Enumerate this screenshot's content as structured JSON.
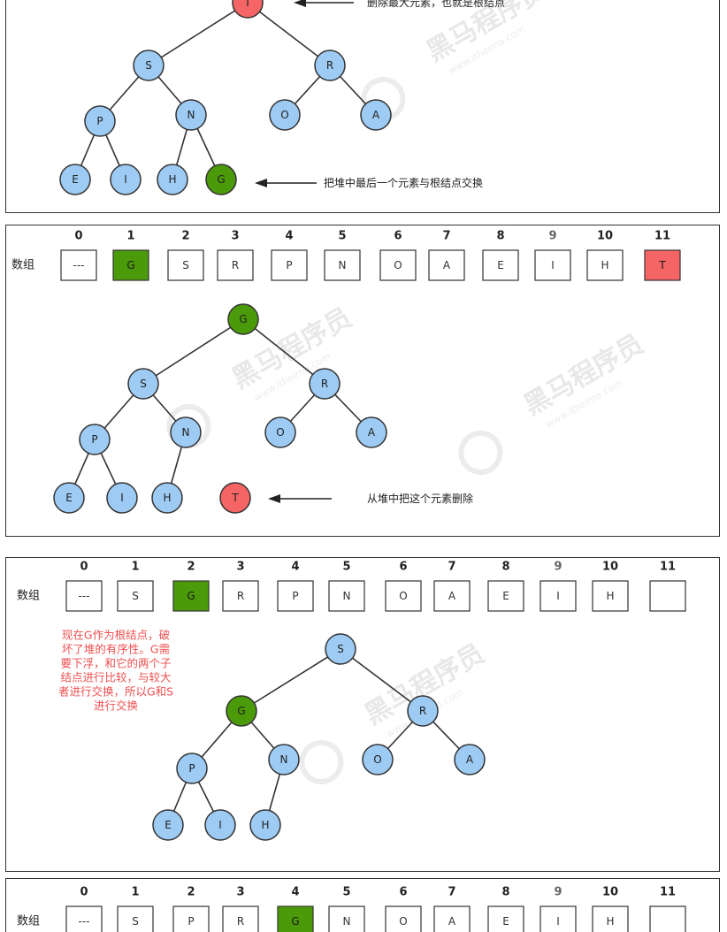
{
  "colors": {
    "blue": "#9ecbf3",
    "green": "#4b9a0a",
    "red": "#f56565",
    "border": "#333333",
    "annotation_red": "#f05050"
  },
  "watermark": {
    "brand": "黑马程序员",
    "url": "www.itheima.com"
  },
  "panels": [
    {
      "id": "p1",
      "array": null,
      "tree": [
        {
          "id": "T",
          "label": "T",
          "color": "red",
          "parent": null
        },
        {
          "id": "S",
          "label": "S",
          "color": "blue",
          "parent": "T"
        },
        {
          "id": "R",
          "label": "R",
          "color": "blue",
          "parent": "T"
        },
        {
          "id": "P",
          "label": "P",
          "color": "blue",
          "parent": "S"
        },
        {
          "id": "N",
          "label": "N",
          "color": "blue",
          "parent": "S"
        },
        {
          "id": "O",
          "label": "O",
          "color": "blue",
          "parent": "R"
        },
        {
          "id": "A",
          "label": "A",
          "color": "blue",
          "parent": "R"
        },
        {
          "id": "E",
          "label": "E",
          "color": "blue",
          "parent": "P"
        },
        {
          "id": "I",
          "label": "I",
          "color": "blue",
          "parent": "P"
        },
        {
          "id": "H",
          "label": "H",
          "color": "blue",
          "parent": "N"
        },
        {
          "id": "G",
          "label": "G",
          "color": "green",
          "parent": "N"
        }
      ],
      "annotations": [
        {
          "target": "T",
          "text": "删除最大元素，也就是根结点"
        },
        {
          "target": "G",
          "text": "把堆中最后一个元素与根结点交换"
        }
      ],
      "note": ""
    },
    {
      "id": "p2",
      "array": {
        "label": "数组",
        "indices": [
          "0",
          "1",
          "2",
          "3",
          "4",
          "5",
          "6",
          "7",
          "8",
          "9",
          "10",
          "11"
        ],
        "cells": [
          {
            "v": "---",
            "c": "white"
          },
          {
            "v": "G",
            "c": "green"
          },
          {
            "v": "S",
            "c": "white"
          },
          {
            "v": "R",
            "c": "white"
          },
          {
            "v": "P",
            "c": "white"
          },
          {
            "v": "N",
            "c": "white"
          },
          {
            "v": "O",
            "c": "white"
          },
          {
            "v": "A",
            "c": "white"
          },
          {
            "v": "E",
            "c": "white"
          },
          {
            "v": "I",
            "c": "white"
          },
          {
            "v": "H",
            "c": "white"
          },
          {
            "v": "T",
            "c": "red"
          }
        ]
      },
      "tree": [
        {
          "id": "G",
          "label": "G",
          "color": "green",
          "parent": null
        },
        {
          "id": "S",
          "label": "S",
          "color": "blue",
          "parent": "G"
        },
        {
          "id": "R",
          "label": "R",
          "color": "blue",
          "parent": "G"
        },
        {
          "id": "P",
          "label": "P",
          "color": "blue",
          "parent": "S"
        },
        {
          "id": "N",
          "label": "N",
          "color": "blue",
          "parent": "S"
        },
        {
          "id": "O",
          "label": "O",
          "color": "blue",
          "parent": "R"
        },
        {
          "id": "A",
          "label": "A",
          "color": "blue",
          "parent": "R"
        },
        {
          "id": "E",
          "label": "E",
          "color": "blue",
          "parent": "P"
        },
        {
          "id": "I",
          "label": "I",
          "color": "blue",
          "parent": "P"
        },
        {
          "id": "H",
          "label": "H",
          "color": "blue",
          "parent": "N"
        },
        {
          "id": "T",
          "label": "T",
          "color": "red",
          "parent": null
        }
      ],
      "annotations": [
        {
          "target": "T",
          "text": "从堆中把这个元素删除"
        }
      ],
      "note": ""
    },
    {
      "id": "p3",
      "array": {
        "label": "数组",
        "indices": [
          "0",
          "1",
          "2",
          "3",
          "4",
          "5",
          "6",
          "7",
          "8",
          "9",
          "10",
          "11"
        ],
        "cells": [
          {
            "v": "---",
            "c": "white"
          },
          {
            "v": "S",
            "c": "white"
          },
          {
            "v": "G",
            "c": "green"
          },
          {
            "v": "R",
            "c": "white"
          },
          {
            "v": "P",
            "c": "white"
          },
          {
            "v": "N",
            "c": "white"
          },
          {
            "v": "O",
            "c": "white"
          },
          {
            "v": "A",
            "c": "white"
          },
          {
            "v": "E",
            "c": "white"
          },
          {
            "v": "I",
            "c": "white"
          },
          {
            "v": "H",
            "c": "white"
          },
          {
            "v": "",
            "c": "white"
          }
        ]
      },
      "tree": [
        {
          "id": "S",
          "label": "S",
          "color": "blue",
          "parent": null
        },
        {
          "id": "G",
          "label": "G",
          "color": "green",
          "parent": "S"
        },
        {
          "id": "R",
          "label": "R",
          "color": "blue",
          "parent": "S"
        },
        {
          "id": "P",
          "label": "P",
          "color": "blue",
          "parent": "G"
        },
        {
          "id": "N",
          "label": "N",
          "color": "blue",
          "parent": "G"
        },
        {
          "id": "O",
          "label": "O",
          "color": "blue",
          "parent": "R"
        },
        {
          "id": "A",
          "label": "A",
          "color": "blue",
          "parent": "R"
        },
        {
          "id": "E",
          "label": "E",
          "color": "blue",
          "parent": "P"
        },
        {
          "id": "I",
          "label": "I",
          "color": "blue",
          "parent": "P"
        },
        {
          "id": "H",
          "label": "H",
          "color": "blue",
          "parent": "N"
        }
      ],
      "annotations": [],
      "note": [
        "现在G作为根结点，破",
        "坏了堆的有序性。G需",
        "要下浮，和它的两个子",
        "结点进行比较，与较大",
        "者进行交换，所以G和S",
        "进行交换"
      ]
    },
    {
      "id": "p4",
      "array": {
        "label": "数组",
        "indices": [
          "0",
          "1",
          "2",
          "3",
          "4",
          "5",
          "6",
          "7",
          "8",
          "9",
          "10",
          "11"
        ],
        "cells": [
          {
            "v": "---",
            "c": "white"
          },
          {
            "v": "S",
            "c": "white"
          },
          {
            "v": "P",
            "c": "white"
          },
          {
            "v": "R",
            "c": "white"
          },
          {
            "v": "G",
            "c": "green"
          },
          {
            "v": "N",
            "c": "white"
          },
          {
            "v": "O",
            "c": "white"
          },
          {
            "v": "A",
            "c": "white"
          },
          {
            "v": "E",
            "c": "white"
          },
          {
            "v": "I",
            "c": "white"
          },
          {
            "v": "H",
            "c": "white"
          },
          {
            "v": "",
            "c": "white"
          }
        ]
      },
      "tree": [],
      "annotations": [],
      "note": ""
    }
  ]
}
